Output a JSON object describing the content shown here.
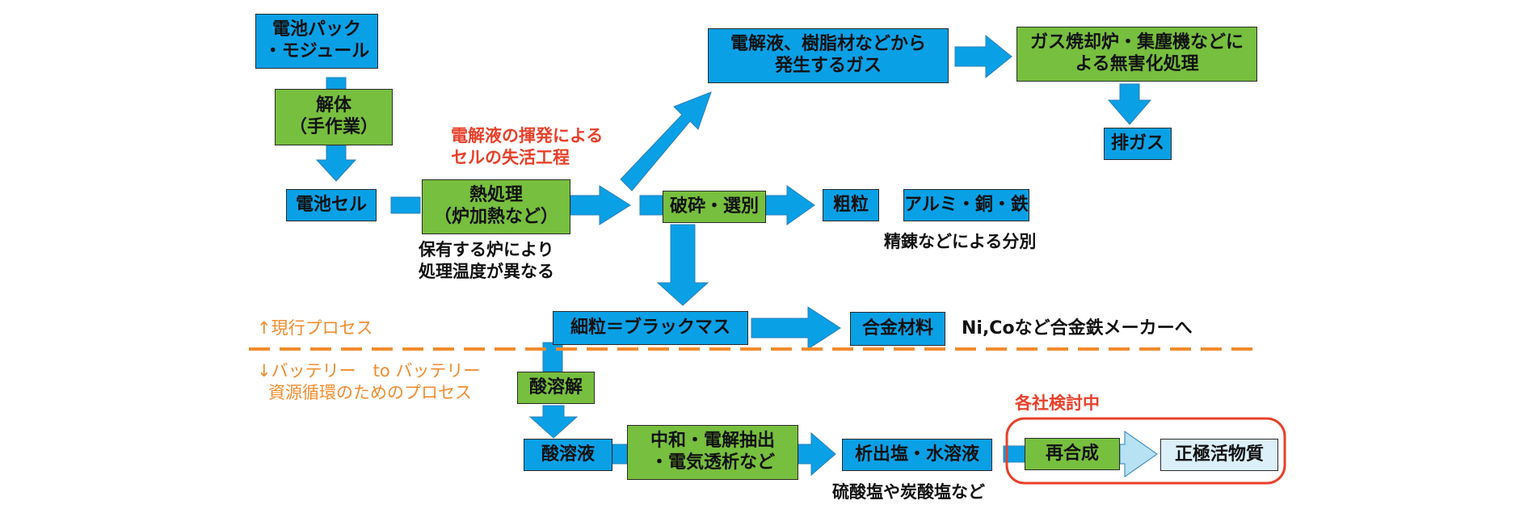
{
  "colors": {
    "process_blue": "#0aa0e6",
    "process_green": "#77bf3e",
    "product_pale": "#dcf0fa",
    "arrow_blue": "#0aa0e6",
    "arrow_light": "#b7e2f4",
    "divider_orange": "#f08c2e",
    "annotation_red": "#e8402a",
    "note_orange": "#f08c2e"
  },
  "boxes": {
    "battery_pack": {
      "line1": "電池パック",
      "line2": "・モジュール"
    },
    "disassembly": {
      "line1": "解体",
      "line2": "（手作業）"
    },
    "battery_cell": {
      "label": "電池セル"
    },
    "heat_treatment": {
      "line1": "熱処理",
      "line2": "（炉加熱など）"
    },
    "electrolyte_gas": {
      "line1": "電解液、樹脂材などから",
      "line2": "発生するガス"
    },
    "gas_treatment": {
      "line1": "ガス焼却炉・集塵機などに",
      "line2": "よる無害化処理"
    },
    "exhaust": {
      "label": "排ガス"
    },
    "crush_sort": {
      "label": "破砕・選別"
    },
    "coarse": {
      "label": "粗粒"
    },
    "metals": {
      "label": "アルミ・銅・鉄"
    },
    "black_mass": {
      "label": "細粒＝ブラックマス"
    },
    "alloy": {
      "label": "合金材料"
    },
    "acid_dissolution": {
      "label": "酸溶解"
    },
    "acid_solution": {
      "label": "酸溶液"
    },
    "neutralization": {
      "line1": "中和・電解抽出",
      "line2": "・電気透析など"
    },
    "precipitate": {
      "label": "析出塩・水溶液"
    },
    "resynthesis": {
      "label": "再合成"
    },
    "cathode": {
      "label": "正極活物質"
    }
  },
  "notes": {
    "deactivation": {
      "line1": "電解液の揮発による",
      "line2": "セルの失活工程"
    },
    "furnace_note": {
      "line1": "保有する炉により",
      "line2": "処理温度が異なる"
    },
    "refining": "精錬などによる分別",
    "alloy_note": "Ni,Coなど合金鉄メーカーへ",
    "current_process": "↑現行プロセス",
    "future_process": {
      "line1": "↓バッテリー　to バッテリー",
      "line2": "資源循環のためのプロセス"
    },
    "under_review": "各社検討中",
    "salts": "硫酸塩や炭酸塩など"
  }
}
